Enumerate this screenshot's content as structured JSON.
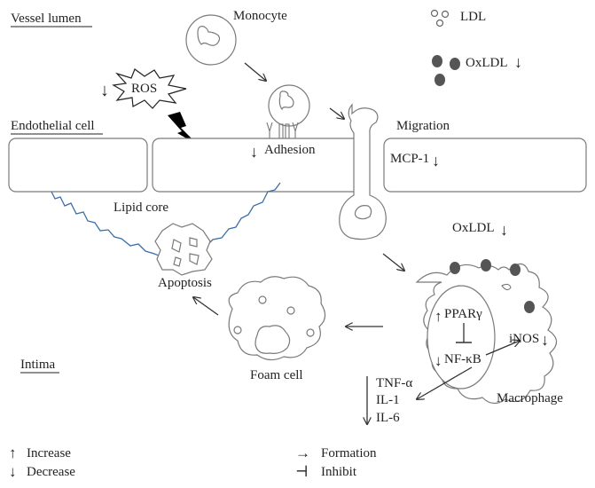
{
  "regions": {
    "vessel_lumen": "Vessel lumen",
    "endothelial_cell": "Endothelial cell",
    "intima": "Intima"
  },
  "labels": {
    "monocyte": "Monocyte",
    "ldl": "LDL",
    "oxldl_top": "OxLDL",
    "ros": "ROS",
    "adhesion": "Adhesion",
    "migration": "Migration",
    "mcp1": "MCP-1",
    "lipid_core": "Lipid core",
    "apoptosis": "Apoptosis",
    "oxldl_mid": "OxLDL",
    "ppar": "PPARγ",
    "nfkb": "NF-κB",
    "inos": "iNOS",
    "tnf": "TNF-α",
    "il1": "IL-1",
    "il6": "IL-6",
    "macrophage": "Macrophage",
    "foam_cell": "Foam cell"
  },
  "legend": {
    "increase": "Increase",
    "decrease": "Decrease",
    "formation": "Formation",
    "inhibit": "Inhibit"
  },
  "symbols": {
    "up": "↑",
    "down": "↓",
    "right": "→",
    "inhibit": "⊣"
  },
  "colors": {
    "lipid_boundary": "#3a6fa8",
    "cell_outline": "#7a7a7a",
    "ldl_fill": "#555555"
  }
}
